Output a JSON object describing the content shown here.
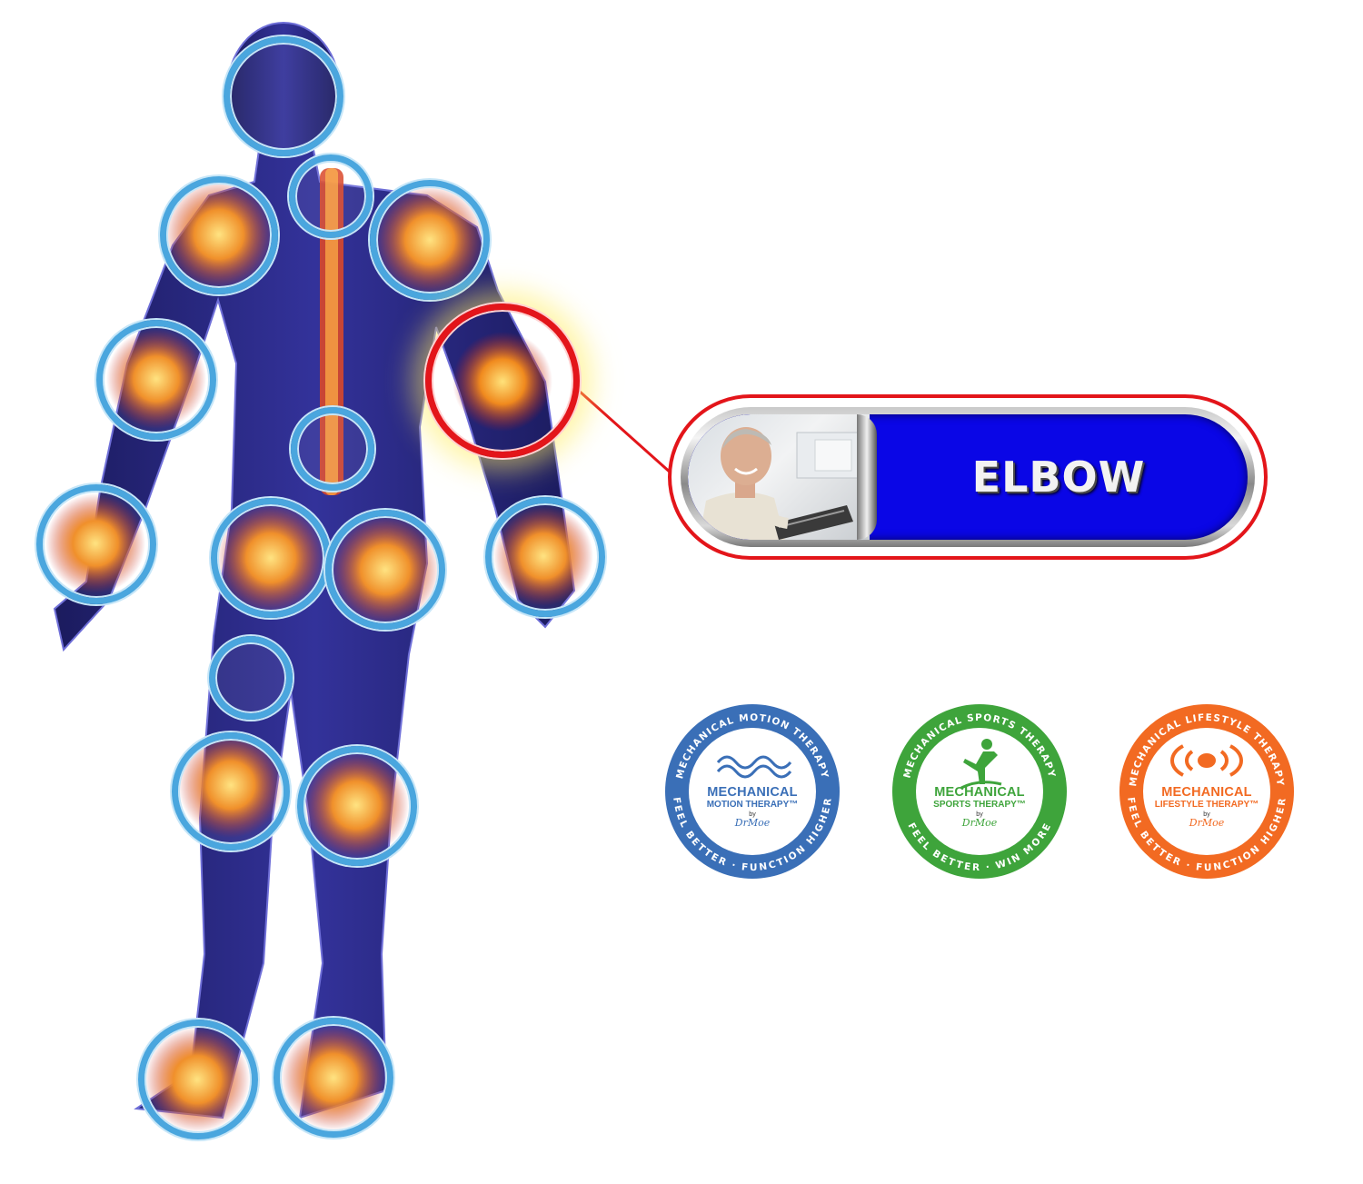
{
  "callout": {
    "label": "ELBOW",
    "photo": "man-at-computer-photo"
  },
  "badges": [
    {
      "ring_text": "MECHANICAL MOTION THERAPY",
      "bottom_text": "FEEL BETTER · FUNCTION HIGHER",
      "title": "MECHANICAL",
      "subtitle": "MOTION THERAPY™",
      "by": "by",
      "signature": "DrMoe",
      "color": "#3a6fb7",
      "icon": "wave-icon"
    },
    {
      "ring_text": "MECHANICAL SPORTS THERAPY",
      "bottom_text": "FEEL BETTER · WIN MORE",
      "title": "MECHANICAL",
      "subtitle": "SPORTS THERAPY™",
      "by": "by",
      "signature": "DrMoe",
      "color": "#3ea43b",
      "icon": "athlete-icon"
    },
    {
      "ring_text": "MECHANICAL LIFESTYLE THERAPY",
      "bottom_text": "FEEL BETTER · FUNCTION HIGHER",
      "title": "MECHANICAL",
      "subtitle": "LIFESTYLE THERAPY™",
      "by": "by",
      "signature": "DrMoe",
      "color": "#f26a22",
      "icon": "concentric-arcs-icon"
    }
  ],
  "hotspots": [
    "head-neck",
    "upper-back",
    "left-shoulder",
    "right-shoulder",
    "left-elbow",
    "right-elbow",
    "mid-back",
    "left-wrist",
    "right-wrist",
    "left-hip",
    "right-hip",
    "thigh",
    "left-knee",
    "right-knee",
    "left-ankle",
    "right-ankle"
  ],
  "active_hotspot": "right-elbow",
  "colors": {
    "hotspot_ring": "#4aa6de",
    "active_ring": "#e3151a",
    "callout_fill": "#0a06e6",
    "body": "#2a2a8a"
  }
}
